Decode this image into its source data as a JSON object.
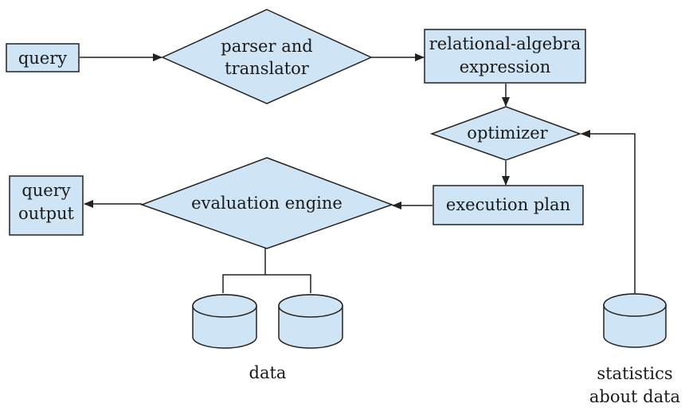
{
  "nodes": {
    "query": "query",
    "parser_line1": "parser and",
    "parser_line2": "translator",
    "relational_line1": "relational-algebra",
    "relational_line2": "expression",
    "optimizer": "optimizer",
    "execution_plan": "execution plan",
    "evaluation_engine": "evaluation engine",
    "query_output_line1": "query",
    "query_output_line2": "output",
    "data": "data",
    "statistics_line1": "statistics",
    "statistics_line2": "about data"
  },
  "colors": {
    "fill": "#cfe4f4",
    "stroke": "#222222"
  }
}
